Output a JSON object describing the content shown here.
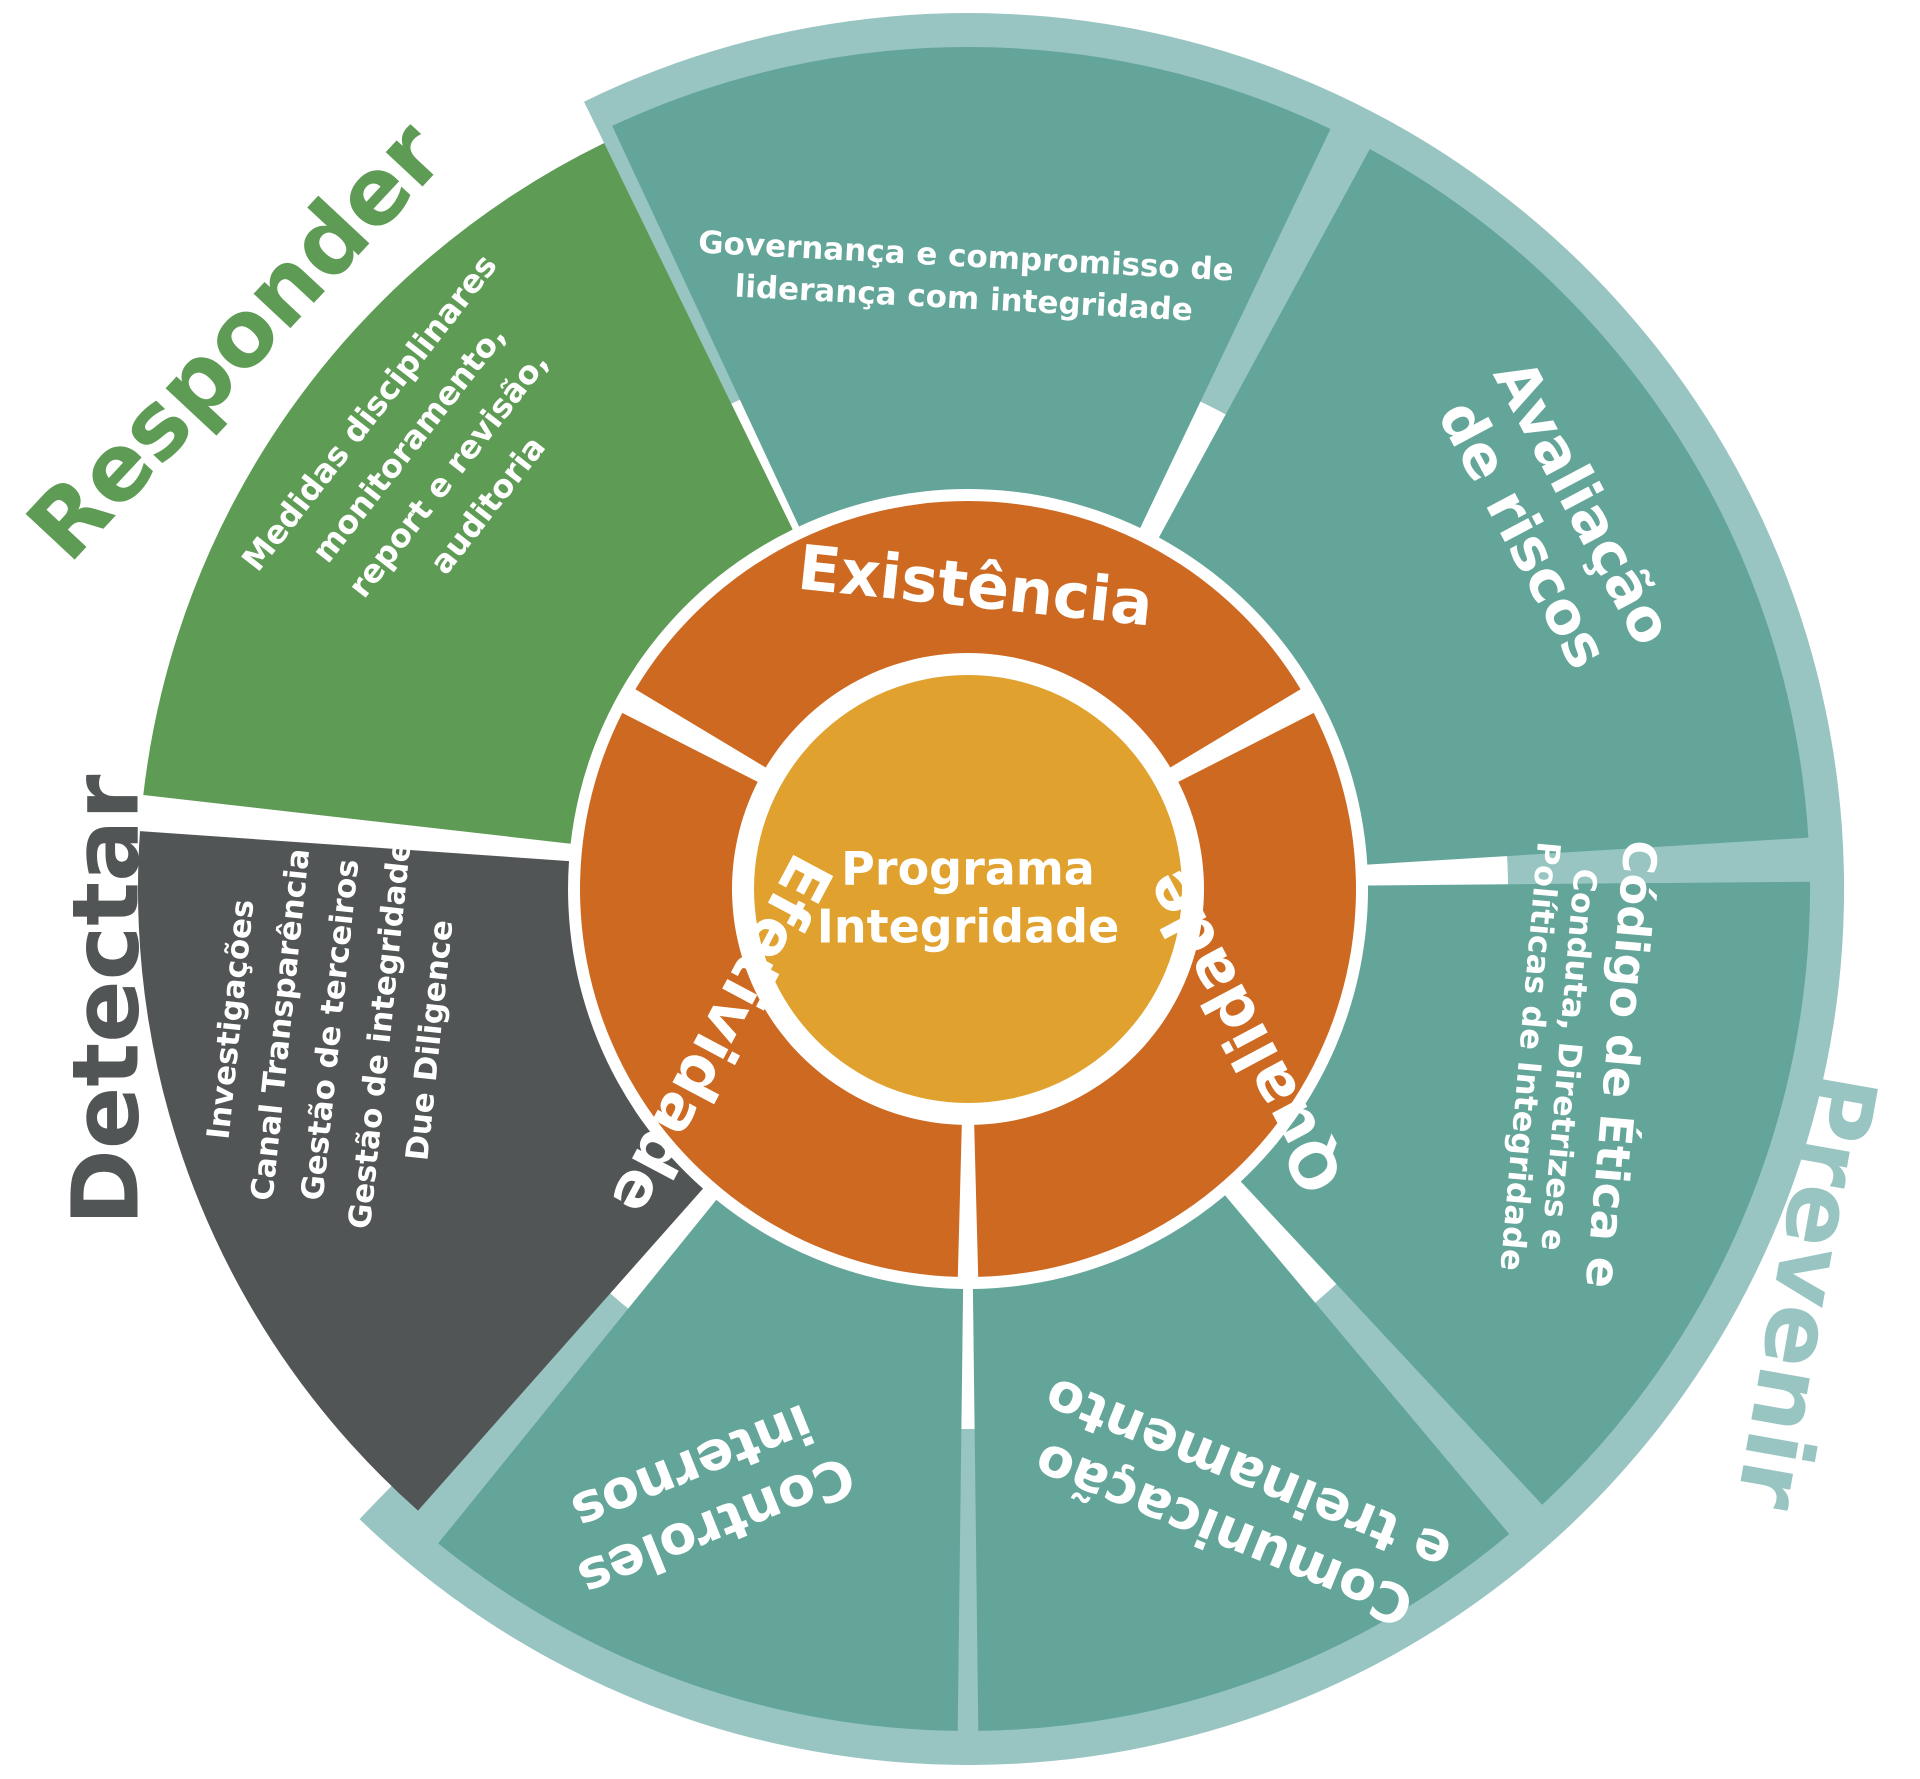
{
  "colors": {
    "teal": "#64a59a",
    "teal_light": "#98c5c2",
    "green": "#5e9b55",
    "dark": "#525555",
    "orange": "#cd6921",
    "gold": "#e0a12f",
    "white": "#ffffff"
  },
  "center": {
    "line1": "Programa",
    "line2": "Integridade"
  },
  "middle_ring": {
    "existencia": "Existência",
    "qualidade": "Qualidade",
    "efetividade": "Efetividade"
  },
  "outer_ring": {
    "governanca": {
      "line1": "Governança e compromisso de",
      "line2": "liderança com integridade"
    },
    "avaliacao": {
      "line1": "Avaliação",
      "line2": "de riscos"
    },
    "codigo": {
      "line1": "Código de Ética e",
      "line2": "Conduta, Diretrizes e",
      "line3": "Políticas de Integridade"
    },
    "comunicacao": {
      "line1": "Comunicação",
      "line2": "e treinamento"
    },
    "controles": {
      "line1": "Controles",
      "line2": "internos"
    },
    "detectar_items": [
      "Investigações",
      "Canal Transparência",
      "Gestão de terceiros",
      "Gestão de integridade",
      "Due Diligence"
    ],
    "responder_items": [
      "Medidas disciplinares",
      "monitoramento,",
      "report e revisão,",
      "auditoria"
    ]
  },
  "category_labels": {
    "responder": "Responder",
    "detectar": "Detectar",
    "prevenir": "Prevenir"
  }
}
